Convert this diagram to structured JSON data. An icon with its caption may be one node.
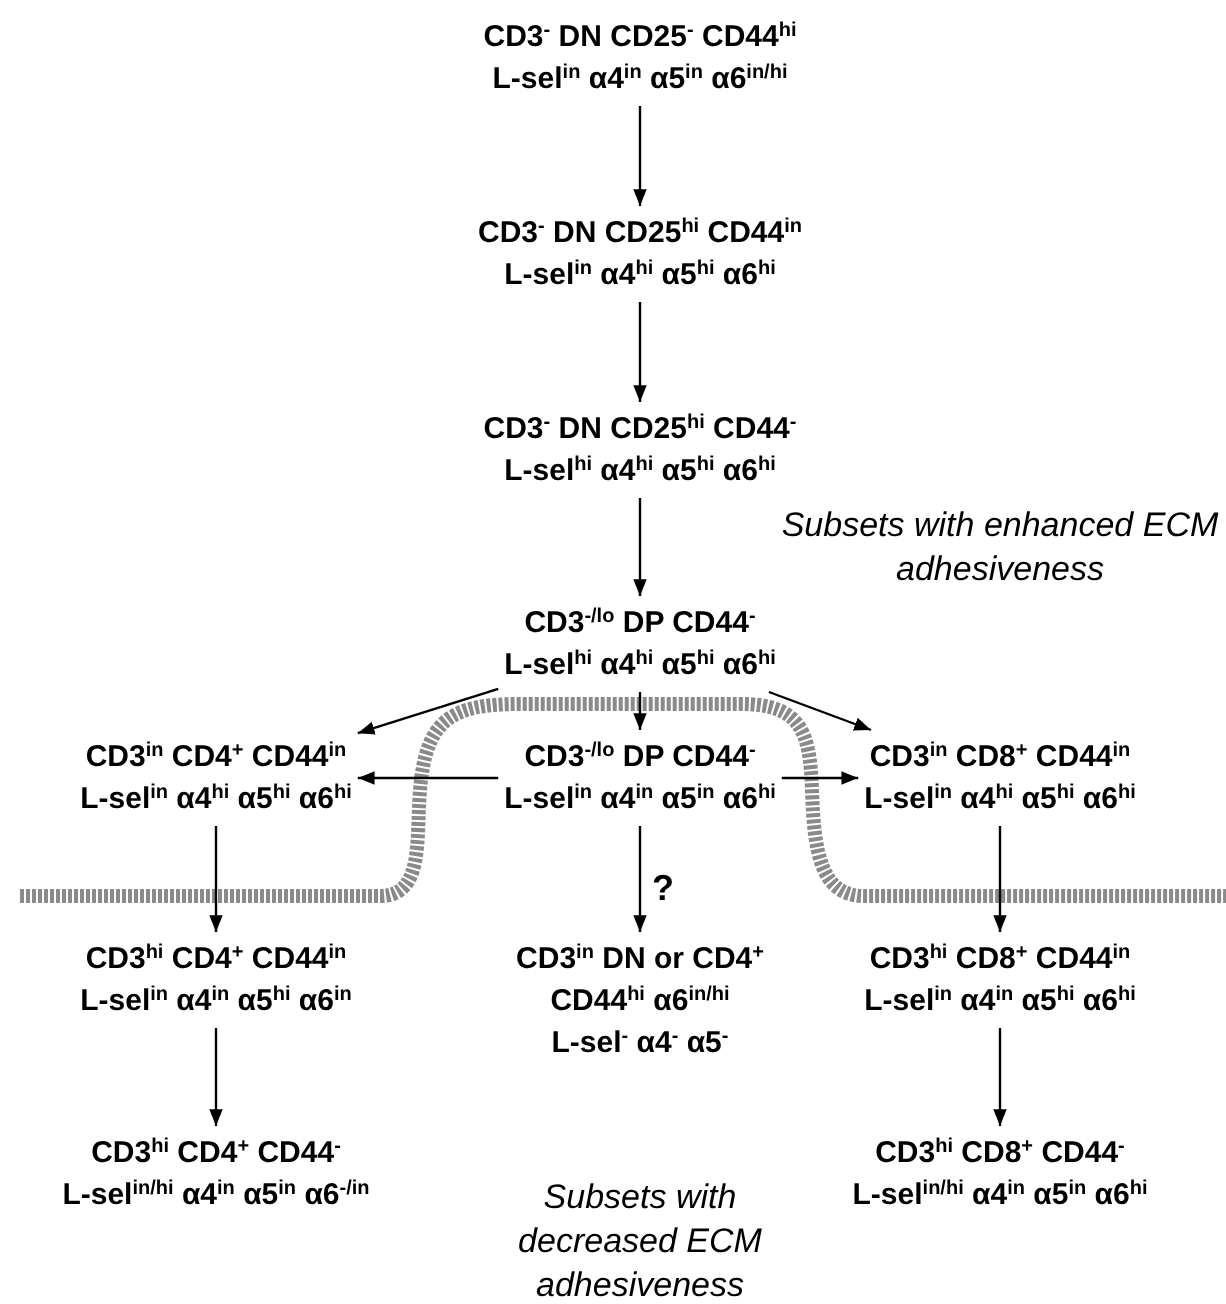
{
  "diagram": {
    "nodes": [
      {
        "text": [
          "CD3$^{-}$ DN CD25$^{-}$ CD44$^{hi}$",
          "L-sel$^{in}$ α4$^{in}$ α5$^{in}$ α6$^{in/hi}$"
        ]
      },
      {
        "text": [
          "CD3$^{-}$ DN CD25$^{hi}$ CD44$^{in}$",
          "L-sel$^{in}$ α4$^{hi}$ α5$^{hi}$ α6$^{hi}$"
        ]
      },
      {
        "text": [
          "CD3$^{-}$ DN CD25$^{hi}$ CD44$^{-}$",
          "L-sel$^{hi}$ α4$^{hi}$ α5$^{hi}$ α6$^{hi}$"
        ]
      },
      {
        "text": [
          "CD3$^{-/lo}$ DP CD44$^{-}$",
          "L-sel$^{hi}$ α4$^{hi}$ α5$^{hi}$ α6$^{hi}$"
        ]
      },
      {
        "text": [
          "CD3$^{in}$ CD4$^{+}$ CD44$^{in}$",
          "L-sel$^{in}$ α4$^{hi}$ α5$^{hi}$ α6$^{hi}$"
        ]
      },
      {
        "text": [
          "CD3$^{-/lo}$ DP CD44$^{-}$",
          "L-sel$^{in}$ α4$^{in}$ α5$^{in}$ α6$^{hi}$"
        ]
      },
      {
        "text": [
          "CD3$^{in}$ CD8$^{+}$ CD44$^{in}$",
          "L-sel$^{in}$ α4$^{hi}$ α5$^{hi}$ α6$^{hi}$"
        ]
      },
      {
        "text": [
          "CD3$^{hi}$ CD4$^{+}$ CD44$^{in}$",
          "L-sel$^{in}$ α4$^{in}$ α5$^{hi}$ α6$^{in}$"
        ]
      },
      {
        "text": [
          "CD3$^{in}$ DN or CD4$^{+}$",
          "CD44$^{hi}$ α6$^{in/hi}$",
          "L-sel$^{-}$ α4$^{-}$ α5$^{-}$"
        ]
      },
      {
        "text": [
          "CD3$^{hi}$ CD8$^{+}$ CD44$^{in}$",
          "L-sel$^{in}$ α4$^{in}$ α5$^{hi}$ α6$^{hi}$"
        ]
      },
      {
        "text": [
          "CD3$^{hi}$ CD4$^{+}$ CD44$^{-}$",
          "L-sel$^{in/hi}$ α4$^{in}$ α5$^{in}$ α6$^{-/in}$"
        ]
      },
      {
        "text": [
          "CD3$^{hi}$ CD8$^{+}$ CD44$^{-}$",
          "L-sel$^{in/hi}$ α4$^{in}$ α5$^{in}$ α6$^{hi}$"
        ]
      }
    ],
    "edges": [
      {
        "from": 0,
        "to": 1,
        "arrow": "to"
      },
      {
        "from": 1,
        "to": 2,
        "arrow": "to"
      },
      {
        "from": 2,
        "to": 3,
        "arrow": "to"
      },
      {
        "from": 3,
        "to": 4,
        "arrow": "to"
      },
      {
        "from": 3,
        "to": 5,
        "arrow": "to"
      },
      {
        "from": 3,
        "to": 6,
        "arrow": "to"
      },
      {
        "from": 5,
        "to": 4,
        "arrow": "to"
      },
      {
        "from": 5,
        "to": 6,
        "arrow": "to"
      },
      {
        "from": 4,
        "to": 7,
        "arrow": "to"
      },
      {
        "from": 5,
        "to": 8,
        "arrow": "to",
        "label": "?"
      },
      {
        "from": 6,
        "to": 9,
        "arrow": "to"
      },
      {
        "from": 7,
        "to": 10,
        "arrow": "to"
      },
      {
        "from": 9,
        "to": 11,
        "arrow": "to"
      }
    ],
    "labels": [
      "Subsets with enhanced ECM adhesiveness",
      "Subsets with decreased ECM adhesiveness"
    ]
  }
}
